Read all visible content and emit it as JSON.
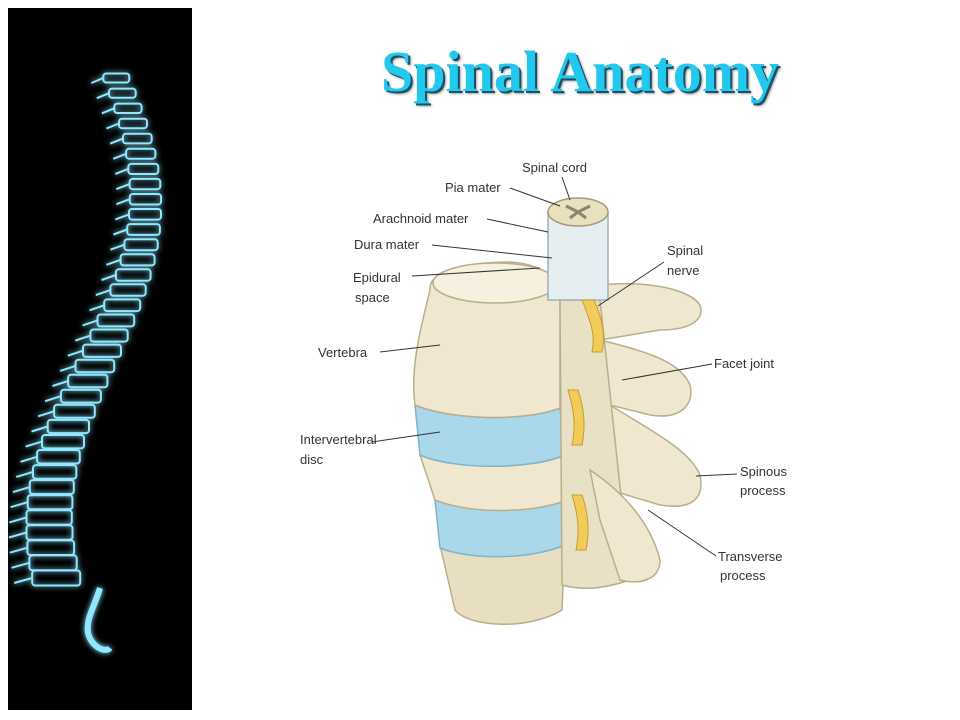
{
  "slide": {
    "title": "Spinal Anatomy"
  },
  "colors": {
    "title": "#22c8ee",
    "xray_background": "#000000",
    "xray_glow": "#8fe8ff",
    "bone": "#efe7cf",
    "disc": "#a9d8ea",
    "nerve": "#f2cc58",
    "spinal_cord": "#e6eef2"
  },
  "diagram": {
    "labels": {
      "spinal_cord": "Spinal cord",
      "pia_mater": "Pia mater",
      "arachnoid_mater": "Arachnoid mater",
      "dura_mater": "Dura mater",
      "epidural_space_1": "Epidural",
      "epidural_space_2": "space",
      "spinal_nerve_1": "Spinal",
      "spinal_nerve_2": "nerve",
      "vertebra": "Vertebra",
      "facet_joint": "Facet joint",
      "intervertebral_disc_1": "Intervertebral",
      "intervertebral_disc_2": "disc",
      "spinous_process_1": "Spinous",
      "spinous_process_2": "process",
      "transverse_process_1": "Transverse",
      "transverse_process_2": "process"
    }
  }
}
